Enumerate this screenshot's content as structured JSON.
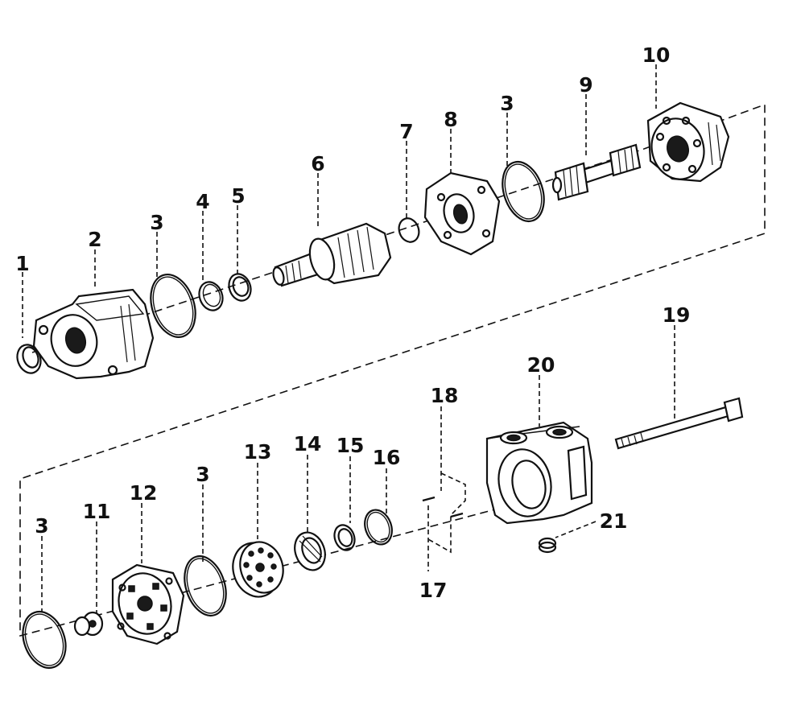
{
  "callouts": [
    {
      "id": "1",
      "text": "1"
    },
    {
      "id": "2",
      "text": "2"
    },
    {
      "id": "3a",
      "text": "3"
    },
    {
      "id": "4",
      "text": "4"
    },
    {
      "id": "5",
      "text": "5"
    },
    {
      "id": "6",
      "text": "6"
    },
    {
      "id": "7",
      "text": "7"
    },
    {
      "id": "8",
      "text": "8"
    },
    {
      "id": "3b",
      "text": "3"
    },
    {
      "id": "9",
      "text": "9"
    },
    {
      "id": "10",
      "text": "10"
    },
    {
      "id": "19",
      "text": "19"
    },
    {
      "id": "20",
      "text": "20"
    },
    {
      "id": "18",
      "text": "18"
    },
    {
      "id": "16",
      "text": "16"
    },
    {
      "id": "15",
      "text": "15"
    },
    {
      "id": "14",
      "text": "14"
    },
    {
      "id": "13",
      "text": "13"
    },
    {
      "id": "3c",
      "text": "3"
    },
    {
      "id": "12",
      "text": "12"
    },
    {
      "id": "11",
      "text": "11"
    },
    {
      "id": "3d",
      "text": "3"
    },
    {
      "id": "21",
      "text": "21"
    },
    {
      "id": "17",
      "text": "17"
    }
  ]
}
